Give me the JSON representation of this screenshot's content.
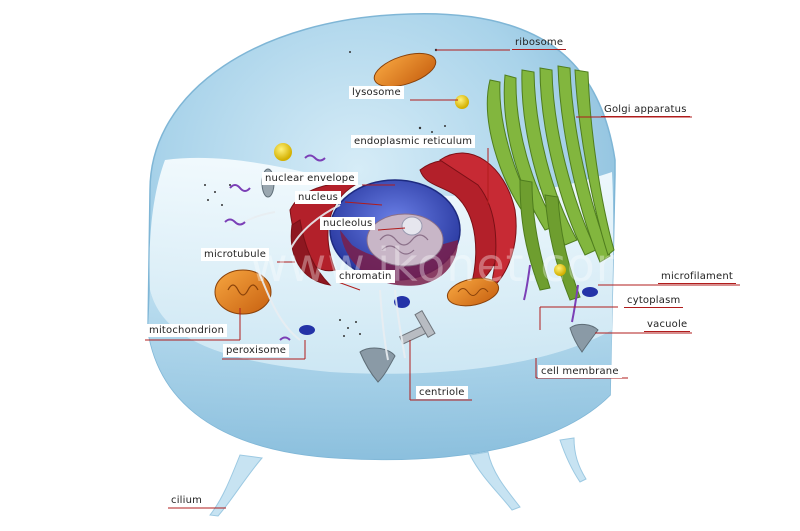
{
  "labels": {
    "ribosome": "ribosome",
    "lysosome": "lysosome",
    "golgi": "Golgi apparatus",
    "er": "endoplasmic reticulum",
    "nuclear_envelope": "nuclear envelope",
    "nucleus": "nucleus",
    "nucleolus": "nucleolus",
    "microtubule": "microtubule",
    "chromatin": "chromatin",
    "microfilament": "microfilament",
    "cytoplasm": "cytoplasm",
    "vacuole": "vacuole",
    "mitochondrion": "mitochondrion",
    "peroxisome": "peroxisome",
    "centriole": "centriole",
    "cell_membrane": "cell membrane",
    "cilium": "cilium"
  },
  "watermark": "www.ikonet.com",
  "colors": {
    "leader": "#b01c1c",
    "cell_outer": "#a9d3ea",
    "cell_inner": "#e8f5fb",
    "golgi": "#7fb43a",
    "er": "#b3202a",
    "nucleus": "#3b4fbf",
    "mitochondrion": "#e07d1a",
    "lysosome": "#f2d21a",
    "peroxisome": "#2433a8"
  }
}
